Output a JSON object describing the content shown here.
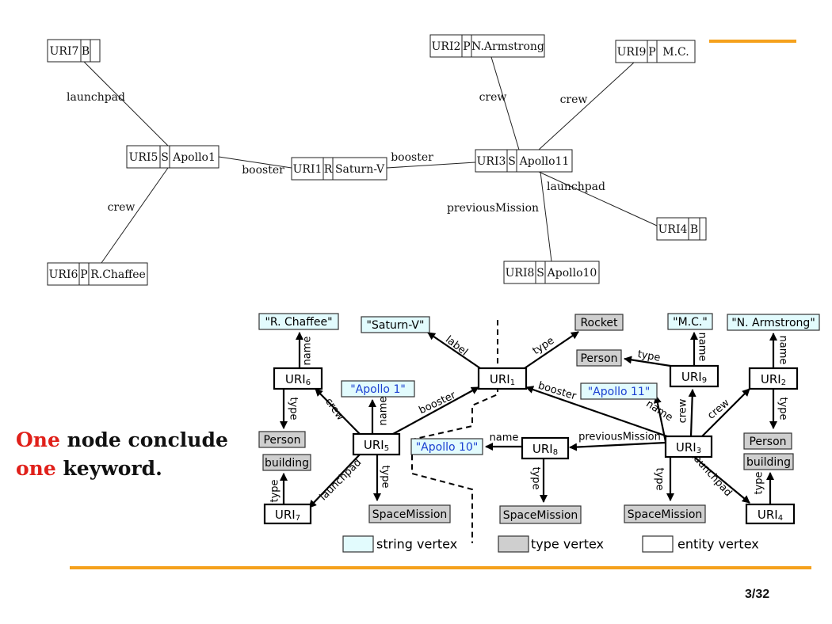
{
  "top_graph": {
    "nodes": [
      {
        "id": "uri7",
        "cells": [
          "URI7",
          "B",
          ""
        ]
      },
      {
        "id": "uri5",
        "cells": [
          "URI5",
          "S",
          "Apollo1"
        ]
      },
      {
        "id": "uri6",
        "cells": [
          "URI6",
          "P",
          "R.Chaffee"
        ]
      },
      {
        "id": "uri1",
        "cells": [
          "URI1",
          "R",
          "Saturn-V"
        ]
      },
      {
        "id": "uri2",
        "cells": [
          "URI2",
          "P",
          "N.Armstrong"
        ]
      },
      {
        "id": "uri9",
        "cells": [
          "URI9",
          "P",
          "M.C."
        ]
      },
      {
        "id": "uri3",
        "cells": [
          "URI3",
          "S",
          "Apollo11"
        ]
      },
      {
        "id": "uri4",
        "cells": [
          "URI4",
          "B",
          ""
        ]
      },
      {
        "id": "uri8",
        "cells": [
          "URI8",
          "S",
          "Apollo10"
        ]
      }
    ],
    "edges": [
      {
        "from": "uri5",
        "to": "uri7",
        "label": "launchpad"
      },
      {
        "from": "uri5",
        "to": "uri6",
        "label": "crew"
      },
      {
        "from": "uri5",
        "to": "uri1",
        "label": "booster"
      },
      {
        "from": "uri3",
        "to": "uri1",
        "label": "booster"
      },
      {
        "from": "uri3",
        "to": "uri2",
        "label": "crew"
      },
      {
        "from": "uri3",
        "to": "uri9",
        "label": "crew"
      },
      {
        "from": "uri3",
        "to": "uri4",
        "label": "launchpad"
      },
      {
        "from": "uri3",
        "to": "uri8",
        "label": "previousMission"
      }
    ]
  },
  "bottom_graph": {
    "nodes": [
      {
        "id": "rchaffee",
        "label": "\"R. Chaffee\"",
        "kind": "string"
      },
      {
        "id": "saturnv",
        "label": "\"Saturn-V\"",
        "kind": "string"
      },
      {
        "id": "rocket",
        "label": "Rocket",
        "kind": "type"
      },
      {
        "id": "mc",
        "label": "\"M.C.\"",
        "kind": "string"
      },
      {
        "id": "narmstrong",
        "label": "\"N. Armstrong\"",
        "kind": "string"
      },
      {
        "id": "person9",
        "label": "Person",
        "kind": "type"
      },
      {
        "id": "uri6",
        "base": "URI",
        "sub": "6",
        "kind": "entity"
      },
      {
        "id": "uri1",
        "base": "URI",
        "sub": "1",
        "kind": "entity"
      },
      {
        "id": "uri9",
        "base": "URI",
        "sub": "9",
        "kind": "entity"
      },
      {
        "id": "uri2",
        "base": "URI",
        "sub": "2",
        "kind": "entity"
      },
      {
        "id": "apollo1",
        "label": "\"Apollo 1\"",
        "kind": "string"
      },
      {
        "id": "apollo11",
        "label": "\"Apollo 11\"",
        "kind": "string"
      },
      {
        "id": "person6",
        "label": "Person",
        "kind": "type"
      },
      {
        "id": "uri5",
        "base": "URI",
        "sub": "5",
        "kind": "entity"
      },
      {
        "id": "apollo10",
        "label": "\"Apollo 10\"",
        "kind": "string"
      },
      {
        "id": "uri8",
        "base": "URI",
        "sub": "8",
        "kind": "entity"
      },
      {
        "id": "uri3",
        "base": "URI",
        "sub": "3",
        "kind": "entity"
      },
      {
        "id": "person2",
        "label": "Person",
        "kind": "type"
      },
      {
        "id": "building7",
        "label": "building",
        "kind": "type"
      },
      {
        "id": "building4",
        "label": "building",
        "kind": "type"
      },
      {
        "id": "uri7",
        "base": "URI",
        "sub": "7",
        "kind": "entity"
      },
      {
        "id": "spacemission5",
        "label": "SpaceMission",
        "kind": "type"
      },
      {
        "id": "spacemission8",
        "label": "SpaceMission",
        "kind": "type"
      },
      {
        "id": "spacemission3",
        "label": "SpaceMission",
        "kind": "type"
      },
      {
        "id": "uri4",
        "base": "URI",
        "sub": "4",
        "kind": "entity"
      }
    ],
    "edges": [
      {
        "from": "uri6",
        "to": "rchaffee",
        "label": "name"
      },
      {
        "from": "uri6",
        "to": "person6",
        "label": "type"
      },
      {
        "from": "uri5",
        "to": "uri6",
        "label": "crew"
      },
      {
        "from": "uri5",
        "to": "apollo1",
        "label": "name"
      },
      {
        "from": "uri5",
        "to": "uri1",
        "label": "booster"
      },
      {
        "from": "uri5",
        "to": "uri7",
        "label": "launchpad"
      },
      {
        "from": "uri5",
        "to": "spacemission5",
        "label": "type"
      },
      {
        "from": "uri7",
        "to": "building7",
        "label": "type"
      },
      {
        "from": "uri1",
        "to": "saturnv",
        "label": "label"
      },
      {
        "from": "uri1",
        "to": "rocket",
        "label": "type"
      },
      {
        "from": "uri3",
        "to": "uri1",
        "label": "booster"
      },
      {
        "from": "uri3",
        "to": "apollo11",
        "label": "name"
      },
      {
        "from": "uri3",
        "to": "uri9",
        "label": "crew"
      },
      {
        "from": "uri3",
        "to": "uri2",
        "label": "crew"
      },
      {
        "from": "uri3",
        "to": "uri8",
        "label": "previousMission"
      },
      {
        "from": "uri3",
        "to": "uri4",
        "label": "launchpad"
      },
      {
        "from": "uri3",
        "to": "spacemission3",
        "label": "type"
      },
      {
        "from": "uri9",
        "to": "mc",
        "label": "name"
      },
      {
        "from": "uri9",
        "to": "person9",
        "label": "type"
      },
      {
        "from": "uri2",
        "to": "narmstrong",
        "label": "name"
      },
      {
        "from": "uri2",
        "to": "person2",
        "label": "type"
      },
      {
        "from": "uri4",
        "to": "building4",
        "label": "type"
      },
      {
        "from": "uri8",
        "to": "apollo10",
        "label": "name"
      },
      {
        "from": "uri8",
        "to": "spacemission8",
        "label": "type"
      }
    ],
    "legend": [
      {
        "kind": "string",
        "label": "string vertex"
      },
      {
        "kind": "type",
        "label": "type vertex"
      },
      {
        "kind": "entity",
        "label": "entity vertex"
      }
    ]
  },
  "caption": {
    "line1_highlight": "One",
    "line1_rest": " node conclude",
    "line2_highlight": "one",
    "line2_rest": " keyword."
  },
  "page_number": "3/32",
  "colors": {
    "accent": "#f5a11c",
    "highlight_text": "#e0201a",
    "string_vertex_fill": "#e2fbfd",
    "type_vertex_fill": "#cfcfcf",
    "entity_vertex_fill": "#ffffff",
    "string_label_blue": "#1a3fd1"
  }
}
